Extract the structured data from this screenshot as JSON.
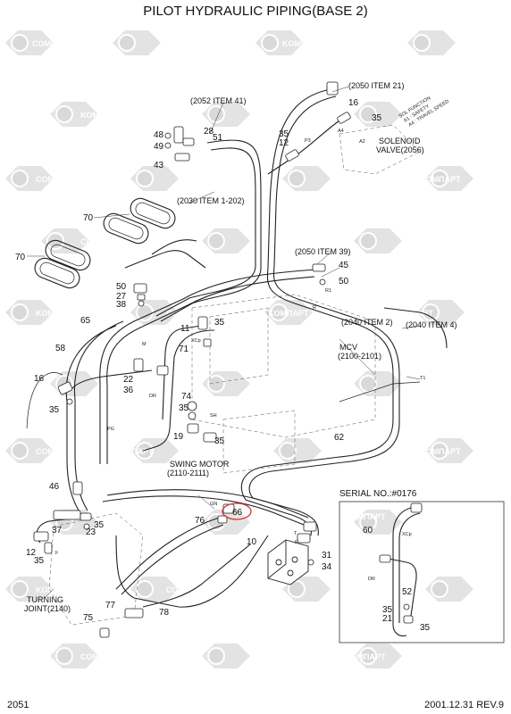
{
  "title": "PILOT HYDRAULIC PIPING(BASE 2)",
  "watermark": {
    "brand_a": "COMPART",
    "brand_b": "KOMПAPT",
    "color": "#d9d9d9"
  },
  "highlight_color": "#e0302a",
  "notes": {
    "item_2052_41": "(2052 ITEM 41)",
    "item_2050_21": "(2050 ITEM 21)",
    "item_2030_1_202": "(2030 ITEM 1-202)",
    "item_2050_39": "(2050 ITEM 39)",
    "item_2040_2": "(2040 ITEM 2)",
    "item_2040_4": "(2040 ITEM 4)",
    "mcv_1": "MCV",
    "mcv_2": "(2100-2101)",
    "solenoid_1": "SOLENOID",
    "solenoid_2": "VALVE(2056)",
    "swing_1": "SWING MOTOR",
    "swing_2": "(2110-2111)",
    "turning_1": "TURNING",
    "turning_2": "JOINT(2140)",
    "serial": "SERIAL NO.:#0176",
    "sol_1": "SOL FUNCTION",
    "sol_2": "A1 : SAFETY",
    "sol_3": "A4 : TRAVEL SPEED"
  },
  "ports": {
    "a4": "A4",
    "a2": "A2",
    "p3": "P3",
    "r1": "R1",
    "r": "R",
    "m": "M",
    "xcp": "XCp",
    "dr": "DR",
    "pg": "PG",
    "gn": "GN",
    "t1": "T1",
    "t": "T",
    "p": "P",
    "sh": "SH",
    "f": "F",
    "dr2": "DR",
    "xcp2": "XCp"
  },
  "callouts": {
    "n1": "48",
    "n2": "49",
    "n3": "43",
    "n4": "28",
    "n5": "51",
    "n6": "16",
    "n7": "35",
    "n8": "35",
    "n9": "12",
    "n10": "70",
    "n11": "70",
    "n12": "45",
    "n13": "50",
    "n14": "50",
    "n15": "27",
    "n16": "38",
    "n17": "65",
    "n18": "11",
    "n19": "35",
    "n20": "71",
    "n21": "58",
    "n22": "16",
    "n23": "35",
    "n24": "22",
    "n25": "36",
    "n26": "74",
    "n27": "35",
    "n28": "19",
    "n29": "35",
    "n30": "62",
    "n31": "46",
    "n32": "66",
    "n33": "76",
    "n34": "37",
    "n35": "23",
    "n36": "35",
    "n37": "12",
    "n38": "35",
    "n39": "10",
    "n40": "31",
    "n41": "34",
    "n42": "77",
    "n43": "78",
    "n44": "75",
    "n45": "60",
    "n46": "52",
    "n47": "35",
    "n48": "21",
    "n49": "35"
  },
  "footer": {
    "page": "2051",
    "date_rev": "2001.12.31 REV.9"
  }
}
